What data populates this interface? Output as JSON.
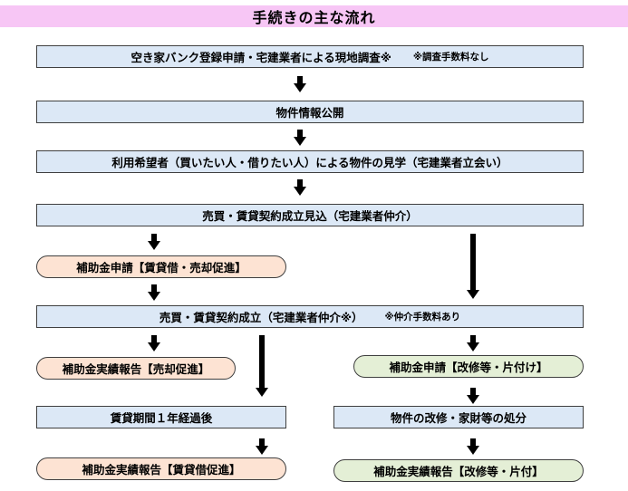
{
  "title": "手続きの主な流れ",
  "steps": {
    "s1": {
      "text": "空き家バンク登録申請・宅建業者による現地調査※",
      "note": "※調査手数料なし"
    },
    "s2": {
      "text": "物件情報公開"
    },
    "s3": {
      "text": "利用希望者（買いたい人・借りたい人）による物件の見学（宅建業者立会い）"
    },
    "s4": {
      "text": "売買・賃貸契約成立見込（宅建業者仲介）"
    },
    "s5": {
      "text": "補助金申請【賃貸借・売却促進】"
    },
    "s6": {
      "text": "売買・賃貸契約成立（宅建業者仲介※）",
      "note": "※仲介手数料あり"
    },
    "s7": {
      "text": "補助金実績報告【売却促進】"
    },
    "s8": {
      "text": "補助金申請【改修等・片付け】"
    },
    "s9": {
      "text": "賃貸期間１年経過後"
    },
    "s10": {
      "text": "物件の改修・家財等の処分"
    },
    "s11": {
      "text": "補助金実績報告【賃貸借促進】"
    },
    "s12": {
      "text": "補助金実績報告【改修等・片付】"
    }
  },
  "colors": {
    "title_bg": "#f7c6f5",
    "box_fill": "#dce8f6",
    "peach_fill": "#fde3d3",
    "green_fill": "#e4efd6",
    "arrow": "#000000"
  }
}
